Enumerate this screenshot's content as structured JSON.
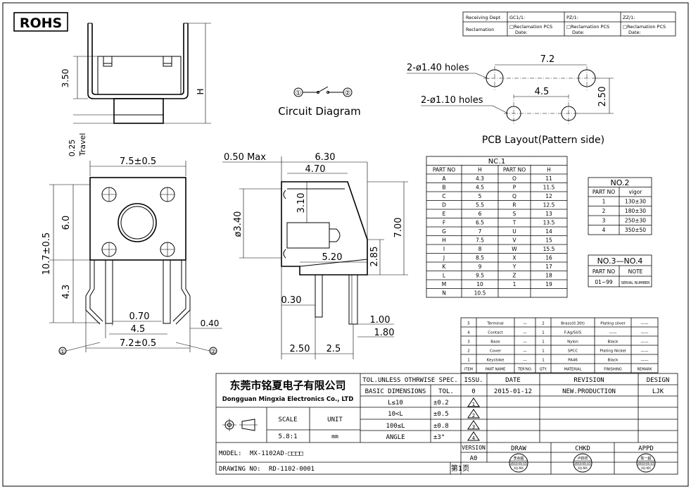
{
  "rohs_label": "ROHS",
  "receiving": {
    "dept_label": "Receiving Dept",
    "reclamation_label": "Reclamation",
    "cols": [
      "GC1/1:",
      "PZ/1:",
      "ZZ/1:"
    ],
    "pcs_label": "□Reclamation  PCS",
    "date_label": "Date:"
  },
  "top_view": {
    "dim_height": "3.50",
    "dim_total": "H",
    "travel_value": "0.25",
    "travel_label": "Travel"
  },
  "circuit": {
    "pin1": "①",
    "pin2": "②",
    "title": "Circuit Diagram"
  },
  "pcb": {
    "holes_big": "2-ø1.40 holes",
    "holes_small": "2-ø1.10 holes",
    "dim_outer": "7.2",
    "dim_inner": "4.5",
    "dim_pitch": "2.50",
    "title": "PCB Layout(Pattern side)"
  },
  "front_view": {
    "dim_width": "7.5±0.5",
    "dim_body": "6.0",
    "dim_total": "10.7±0.5",
    "dim_leg": "4.3",
    "dim_pin": "0.70",
    "dim_pitch": "4.5",
    "dim_span": "7.2±0.5",
    "dim_thick": "0.40",
    "pin1": "①",
    "pin2": "②"
  },
  "side_view": {
    "dim_max": "0.50 Max",
    "dim_depth": "6.30",
    "dim_body": "4.70",
    "dim_3_10": "3.10",
    "dim_dia": "ø3.40",
    "dim_height": "7.00",
    "dim_5_20": "5.20",
    "dim_2_85": "2.85",
    "dim_0_30": "0.30",
    "dim_1_00": "1.00",
    "dim_1_80": "1.80",
    "dim_2_50": "2.50",
    "dim_2_5": "2.5"
  },
  "table_no1": {
    "title": "NO.1",
    "headers": [
      "PART NO",
      "H",
      "PART NO",
      "H"
    ],
    "rows": [
      [
        "A",
        "4.3",
        "O",
        "11"
      ],
      [
        "B",
        "4.5",
        "P",
        "11.5"
      ],
      [
        "C",
        "5",
        "Q",
        "12"
      ],
      [
        "D",
        "5.5",
        "R",
        "12.5"
      ],
      [
        "E",
        "6",
        "S",
        "13"
      ],
      [
        "F",
        "6.5",
        "T",
        "13.5"
      ],
      [
        "G",
        "7",
        "U",
        "14"
      ],
      [
        "H",
        "7.5",
        "V",
        "15"
      ],
      [
        "I",
        "8",
        "W",
        "15.5"
      ],
      [
        "J",
        "8.5",
        "X",
        "16"
      ],
      [
        "K",
        "9",
        "Y",
        "17"
      ],
      [
        "L",
        "9.5",
        "Z",
        "18"
      ],
      [
        "M",
        "10",
        "1",
        "19"
      ],
      [
        "N",
        "10.5",
        "",
        ""
      ]
    ]
  },
  "table_no2": {
    "title": "NO.2",
    "headers": [
      "PART NO",
      "vigor"
    ],
    "rows": [
      [
        "1",
        "130±30"
      ],
      [
        "2",
        "180±30"
      ],
      [
        "3",
        "250±30"
      ],
      [
        "4",
        "350±50"
      ]
    ]
  },
  "table_no34": {
    "title": "NO.3—NO.4",
    "headers": [
      "PART NO",
      "NOTE"
    ],
    "rows": [
      [
        "01~99",
        "SERIAL NUMBER"
      ]
    ]
  },
  "bom": {
    "rows": [
      [
        "5",
        "Terminal",
        "—",
        "2",
        "Brass(0.30t)",
        "Plating silver",
        "——"
      ],
      [
        "4",
        "Contact",
        "—",
        "1",
        "F.Ag/SUS",
        "——",
        "——"
      ],
      [
        "3",
        "Base",
        "—",
        "1",
        "Nylon",
        "Black",
        "——"
      ],
      [
        "2",
        "Cover",
        "—",
        "1",
        "SPCC",
        "Plating Nickel",
        "——"
      ],
      [
        "1",
        "Keystoke",
        "—",
        "1",
        "PA46",
        "Black",
        "——"
      ]
    ],
    "headers": [
      "ITEM",
      "PART NAME",
      "TER'NO.",
      "QTY.",
      "MATERIAL",
      "FINISHING",
      "REMARK"
    ]
  },
  "title_block": {
    "company_cn": "东莞市铭夏电子有限公司",
    "company_en": "Dongguan Mingxia Electronics Co., LTD",
    "tol_header": "TOL.UNLESS OTHRWISE SPEC.",
    "basic_dim": "BASIC DIMENSIONS",
    "tol": "TOL.",
    "tol_rows": [
      [
        "L≤10",
        "±0.2"
      ],
      [
        "10<L",
        "±0.5"
      ],
      [
        "100≤L",
        "±0.8"
      ],
      [
        "ANGLE",
        "±3°"
      ]
    ],
    "scale_label": "SCALE",
    "unit_label": "UNIT",
    "scale_value": "5.8:1",
    "unit_value": "mm",
    "model_label": "MODEL:",
    "model_value": "MX-1102AD-□□□□",
    "drawing_label": "DRAWING NO:",
    "drawing_value": "RD-1102-0001",
    "page": "第1页",
    "issu": "ISSU.",
    "date": "DATE",
    "revision": "REVISION",
    "design": "DESIGN",
    "issu_value": "0",
    "date_value": "2015-01-12",
    "revision_value": "NEW.PRODUCTION",
    "design_value": "LJK",
    "rev_marks": [
      "1",
      "2",
      "3",
      "4"
    ],
    "version_label": "VERSION",
    "version_value": "A0",
    "draw": "DRAW",
    "chkd": "CHKD",
    "appd": "APPD",
    "stamps": [
      [
        "李余超",
        "2015-01-15",
        "XQ-MX"
      ],
      [
        "卢跃祥",
        "2015-01-15",
        "XQ-MX"
      ],
      [
        "陈一超",
        "2015-01-15",
        "XQ-MX"
      ]
    ]
  }
}
